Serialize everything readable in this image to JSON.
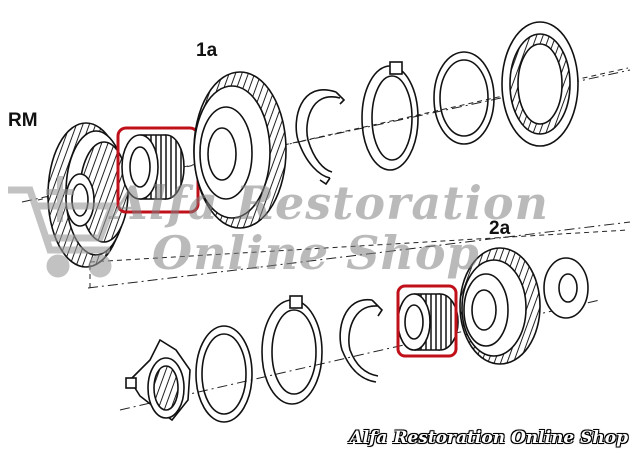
{
  "labels": {
    "rm": "RM",
    "first_gear": "1a",
    "second_gear": "2a"
  },
  "watermark": {
    "line1": "Alfa Restoration",
    "line2": "Online Shop",
    "color": "#8c8c8c"
  },
  "footer": {
    "text": "Alfa Restoration Online Shop"
  },
  "colors": {
    "line": "#111111",
    "highlight": "#c0101a",
    "watermark_icon": "#9a9a9a"
  },
  "icons": {
    "cart": "shopping-cart-icon"
  }
}
